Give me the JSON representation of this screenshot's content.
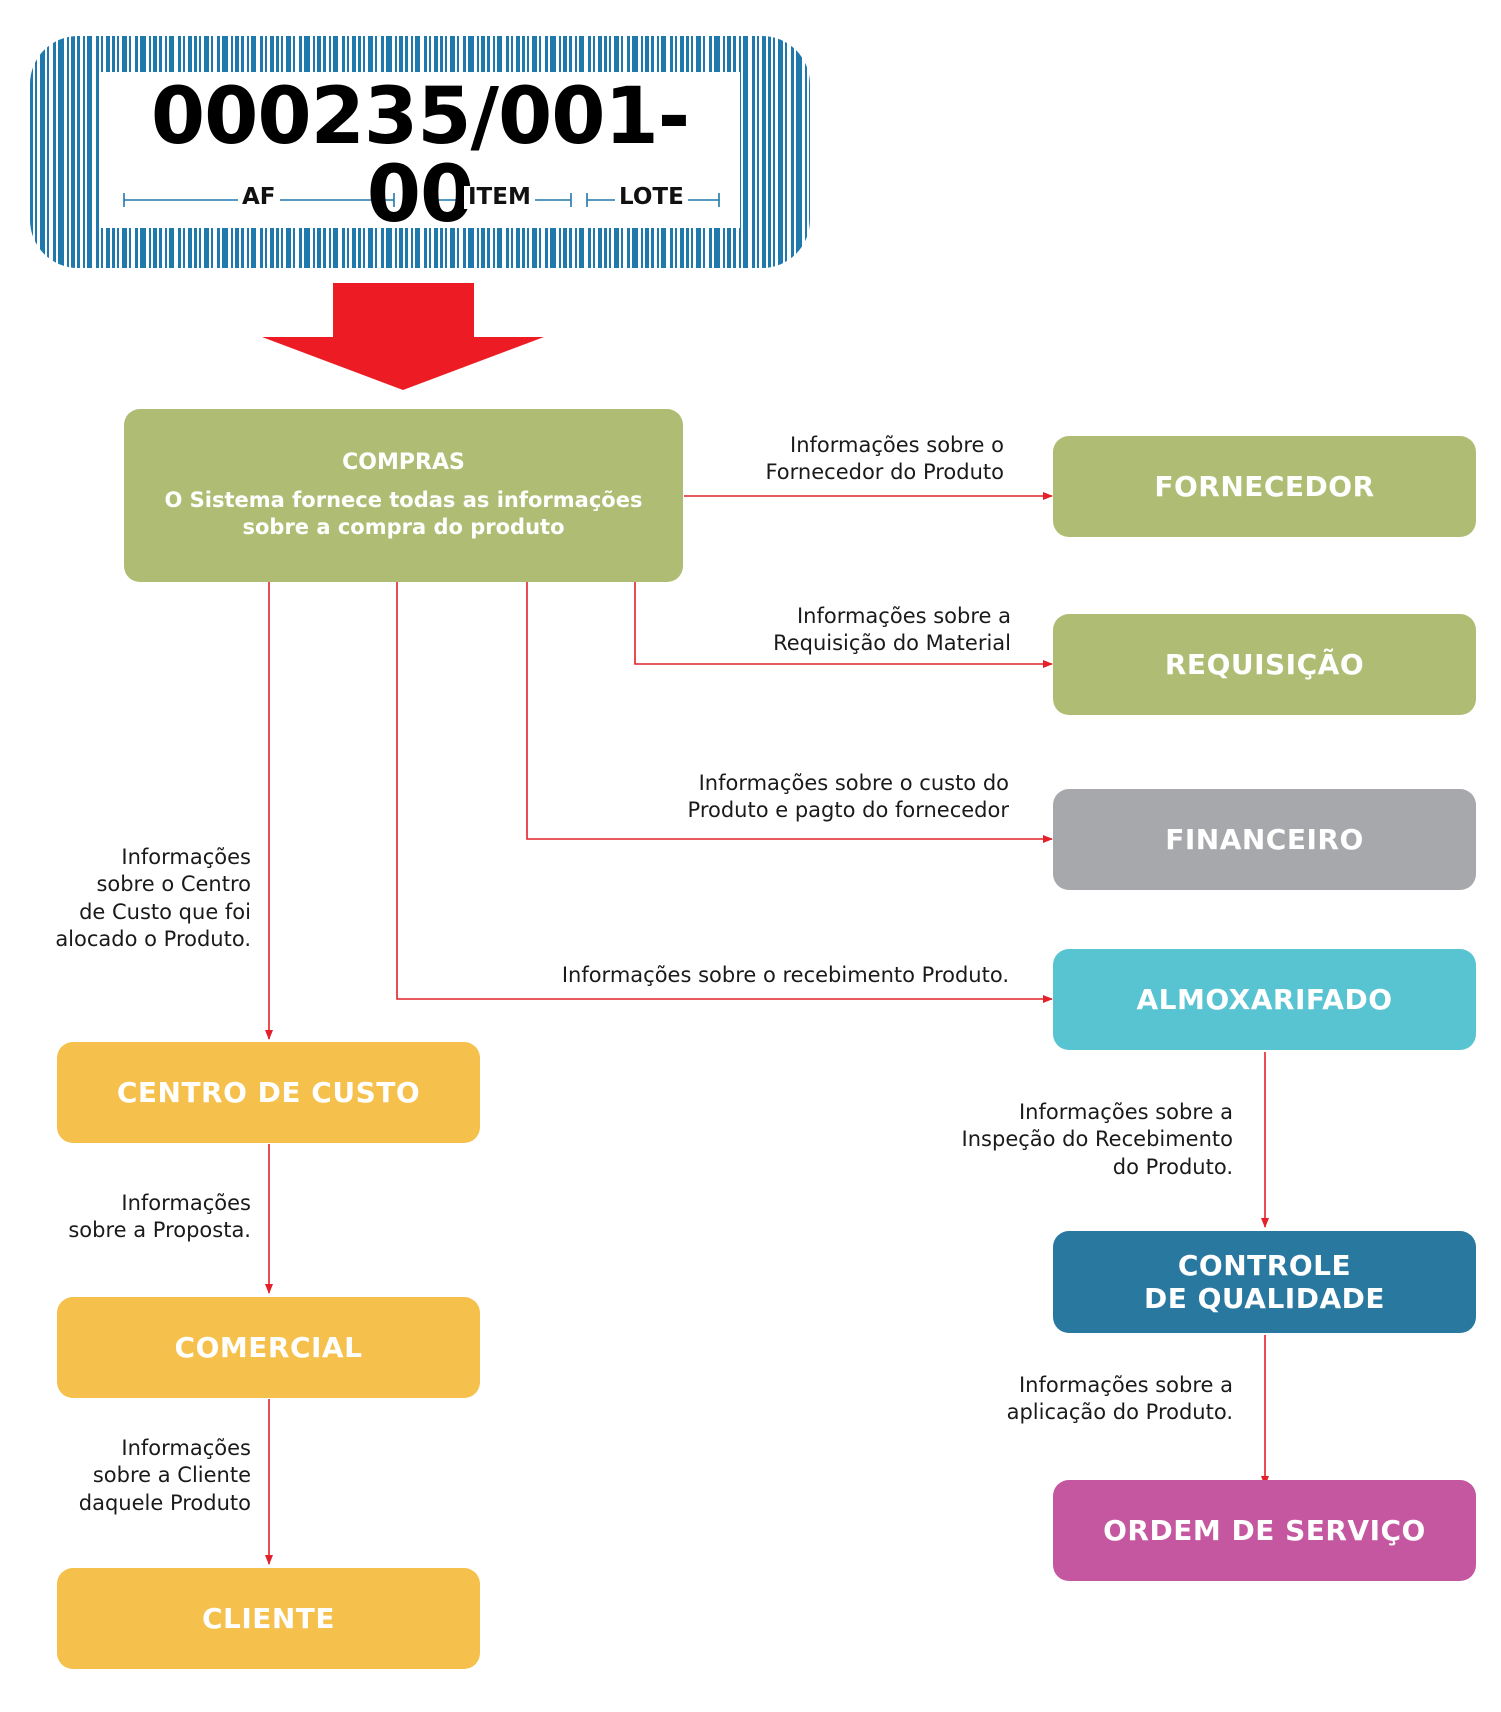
{
  "barcode": {
    "code": "000235/001-00",
    "segments": [
      "AF",
      "ITEM",
      "LOTE"
    ],
    "bar_color": "#1f79ad"
  },
  "colors": {
    "arrow_red": "#ed1c24",
    "connector_red": "#e4202a",
    "green": "#afbd74",
    "gray": "#a7a8ac",
    "cyan": "#58c3d1",
    "blue": "#2878a0",
    "magenta": "#c557a0",
    "yellow": "#f5c04b"
  },
  "nodes": {
    "compras": {
      "title": "COMPRAS",
      "description": "O Sistema fornece todas as informações\nsobre a compra do produto"
    },
    "fornecedor": "FORNECEDOR",
    "requisicao": "REQUISIÇÃO",
    "financeiro": "FINANCEIRO",
    "almoxarifado": "ALMOXARIFADO",
    "controle_qualidade": "CONTROLE\nDE QUALIDADE",
    "ordem_servico": "ORDEM DE SERVIÇO",
    "centro_custo": "CENTRO DE CUSTO",
    "comercial": "COMERCIAL",
    "cliente": "CLIENTE"
  },
  "edges": {
    "compras_fornecedor": "Informações sobre o\nFornecedor do Produto",
    "compras_requisicao": "Informações sobre a\nRequisição do Material",
    "compras_financeiro": "Informações sobre o custo  do\nProduto e pagto do fornecedor",
    "compras_almoxarifado": "Informações sobre o recebimento Produto.",
    "compras_centro_custo": "Informações\nsobre o Centro\nde Custo que foi\nalocado o Produto.",
    "almoxarifado_controle": "Informações sobre a\nInspeção do Recebimento\ndo Produto.",
    "controle_ordem": "Informações sobre a\naplicação do Produto.",
    "centro_custo_comercial": "Informações\nsobre a Proposta.",
    "comercial_cliente": "Informações\nsobre a Cliente\ndaquele Produto"
  }
}
